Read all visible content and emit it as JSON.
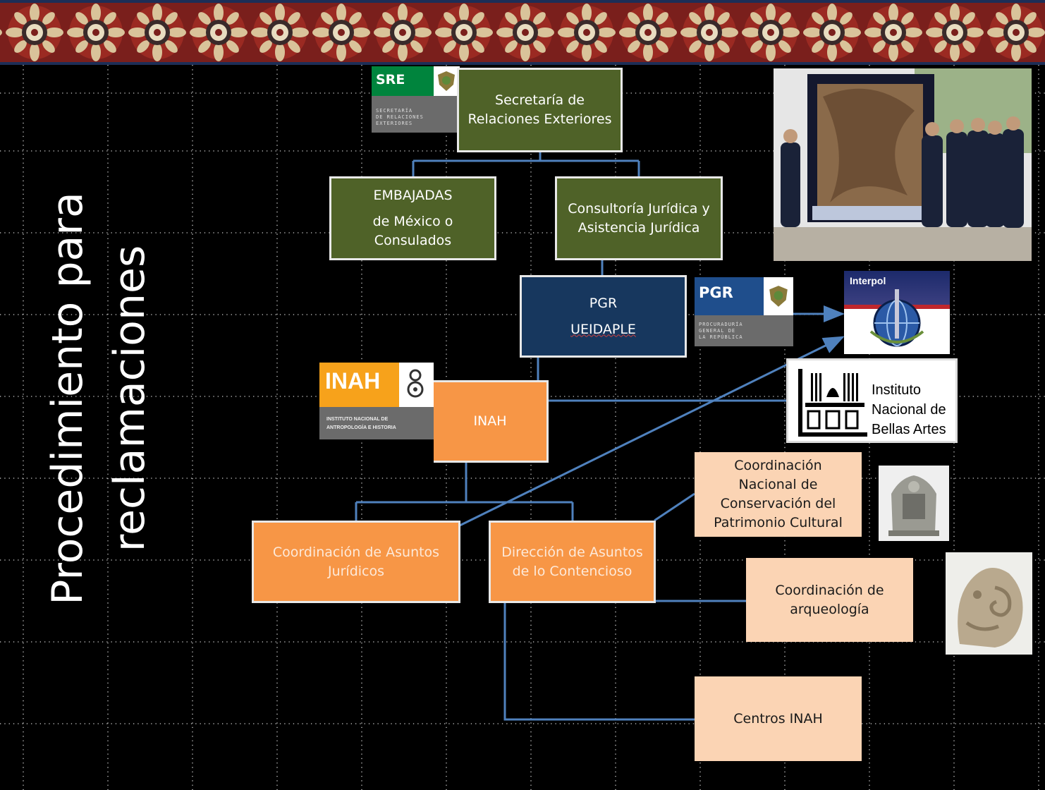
{
  "title": {
    "line1": "Procedimiento para",
    "line2": "reclamaciones"
  },
  "nodes": {
    "sre": {
      "line1": "Secretaría de",
      "line2": "Relaciones Exteriores"
    },
    "embajadas": {
      "line1": "EMBAJADAS",
      "line2": "de México o",
      "line3": "Consulados"
    },
    "consultoria": {
      "line1": "Consultoría Jurídica y",
      "line2": "Asistencia Jurídica"
    },
    "pgr": {
      "line1": "PGR",
      "line2": "UEIDAPLE"
    },
    "inah": {
      "label": "INAH"
    },
    "coord_asuntos": {
      "line1": "Coordinación de Asuntos",
      "line2": "Jurídicos"
    },
    "direccion": {
      "line1": "Dirección de Asuntos",
      "line2": "de lo Contencioso"
    },
    "cncpc": {
      "line1": "Coordinación",
      "line2": "Nacional de",
      "line3": "Conservación del",
      "line4": "Patrimonio Cultural"
    },
    "arqueologia": {
      "line1": "Coordinación de",
      "line2": "arqueología"
    },
    "centros": {
      "label": "Centros INAH"
    }
  },
  "logos": {
    "sre": {
      "name": "SRE",
      "sub1": "SECRETARÍA",
      "sub2": "DE RELACIONES",
      "sub3": "EXTERIORES"
    },
    "pgr": {
      "name": "PGR",
      "sub1": "PROCURADURÍA",
      "sub2": "GENERAL DE",
      "sub3": "LA REPÚBLICA"
    },
    "inah": {
      "name": "INAH",
      "sub1": "INSTITUTO NACIONAL DE",
      "sub2": "ANTROPOLOGÍA E HISTORIA"
    },
    "interpol": {
      "name": "Interpol"
    },
    "inba": {
      "line1": "Instituto",
      "line2": "Nacional de",
      "line3": "Bellas Artes"
    }
  },
  "colors": {
    "green": "#4f6228",
    "navy": "#17375e",
    "orange": "#f79646",
    "peach": "#fbd4b4",
    "connector": "#4f81bd"
  }
}
